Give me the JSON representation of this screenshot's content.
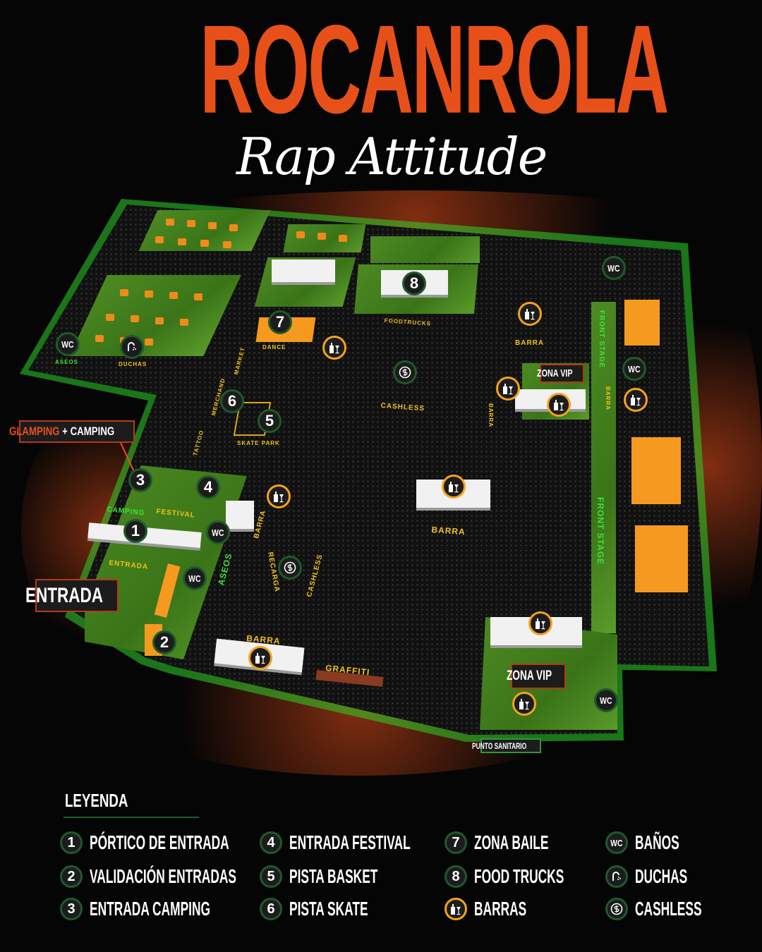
{
  "header": {
    "title": "ROCANROLA",
    "subtitle": "Rap Attitude"
  },
  "map": {
    "callouts": {
      "glamping": "GLAMPING",
      "plus": "+",
      "camping": "CAMPING",
      "entrada": "ENTRADA",
      "zona_vip_1": "ZONA VIP",
      "zona_vip_2": "ZONA VIP",
      "punto_sanitario": "PUNTO SANITARIO"
    },
    "labels": {
      "duchas": "DUCHAS",
      "aseos_top": "ASEOS",
      "foodtrucks": "FOODTRUCKS",
      "barra_top": "BARRA",
      "dance": "DANCE",
      "market": "MARKET",
      "merchand": "MERCHAND",
      "skate_park": "SKATE PARK",
      "tattoo": "TATTOO",
      "cashless_center": "CASHLESS",
      "front_stage_top": "FRONT STAGE",
      "front_stage_bottom": "FRONT STAGE",
      "barra_side": "BARRA",
      "barra_vip": "BARRA",
      "barra_center": "BARRA",
      "barra_left": "BARRA",
      "recarga": "RECARGA",
      "cashless_left": "CASHLESS",
      "aseos": "ASEOS",
      "barra_bottom": "BARRA",
      "graffiti": "GRAFFITI",
      "camping": "CAMPING",
      "festival": "FESTIVAL",
      "entrada": "ENTRADA"
    },
    "pins": {
      "n1": "1",
      "n2": "2",
      "n3": "3",
      "n4": "4",
      "n5": "5",
      "n6": "6",
      "n7": "7",
      "n8": "8",
      "wc": "WC"
    }
  },
  "legend": {
    "title": "LEYENDA",
    "items": [
      {
        "marker": "1",
        "label": "PÓRTICO DE ENTRADA"
      },
      {
        "marker": "2",
        "label": "VALIDACIÓN ENTRADAS"
      },
      {
        "marker": "3",
        "label": "ENTRADA CAMPING"
      },
      {
        "marker": "4",
        "label": "ENTRADA FESTIVAL"
      },
      {
        "marker": "5",
        "label": "PISTA BASKET"
      },
      {
        "marker": "6",
        "label": "PISTA SKATE"
      },
      {
        "marker": "7",
        "label": "ZONA BAILE"
      },
      {
        "marker": "8",
        "label": "FOOD TRUCKS"
      },
      {
        "icon": "bar-icon",
        "label": "BARRAS"
      },
      {
        "marker": "WC",
        "label": "BAÑOS"
      },
      {
        "icon": "shower-icon",
        "label": "DUCHAS"
      },
      {
        "icon": "cashless-icon",
        "label": "CASHLESS"
      }
    ]
  },
  "colors": {
    "brand_orange": "#e8501a",
    "grass_green": "#3a7418",
    "pin_border": "#1e5a2a",
    "bar_ring": "#f5a31a",
    "label_yellow": "#f2c21b",
    "neon_green": "#3ee23a"
  }
}
